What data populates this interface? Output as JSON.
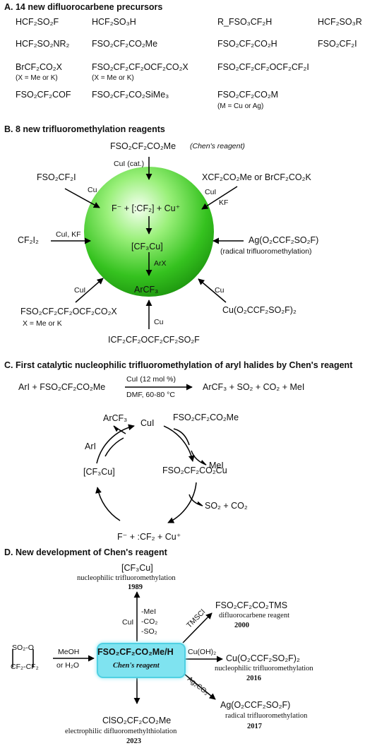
{
  "sectionA": {
    "title": "A. 14 new difluorocarbene precursors",
    "items": [
      "HCF₂SO₂F",
      "HCF₂SO₃H",
      "R_FSO₃CF₂H",
      "HCF₂SO₃R",
      "HCF₂SO₂NR₂",
      "FSO₂CF₂CO₂Me",
      "FSO₂CF₂CO₂H",
      "FSO₂CF₂I",
      "BrCF₂CO₂X",
      "FSO₂CF₂CF₂OCF₂CO₂X",
      "FSO₂CF₂CF₂OCF₂CF₂I",
      "FSO₂CF₂COF",
      "FSO₂CF₂CO₂SiMe₃",
      "FSO₂CF₂CO₂M"
    ],
    "notes": [
      "(X = Me or K)",
      "(X = Me or K)",
      "(M = Cu or Ag)"
    ]
  },
  "sectionB": {
    "title": "B. 8 new trifluoromethylation reagents",
    "reagents": [
      "FSO₂CF₂CO₂Me",
      "XCF₂CO₂Me or BrCF₂CO₂K",
      "Ag(O₂CCF₂SO₂F)",
      "Cu(O₂CCF₂SO₂F)₂",
      "ICF₂CF₂OCF₂CF₂SO₂F",
      "FSO₂CF₂CF₂OCF₂CO₂X",
      "CF₂I₂",
      "FSO₂CF₂I"
    ],
    "chen_label": "(Chen's reagent)",
    "ag_note": "(radical trifluoromethylation)",
    "x_note": "X = Me or K",
    "conditions": [
      "CuI (cat.)",
      "CuI",
      "KF",
      "Cu",
      "Cu",
      "CuI",
      "CuI, KF",
      "Cu"
    ],
    "sphere": {
      "species1": "F⁻ + [:CF₂] + Cu⁺",
      "species2": "[CF₃Cu]",
      "arx": "ArX",
      "product": "ArCF₃"
    }
  },
  "sectionC": {
    "title": "C. First catalytic nucleophilic trifluoromethylation of aryl halides by Chen's reagent",
    "reaction": {
      "left": "ArI + FSO₂CF₂CO₂Me",
      "cond_top": "CuI (12 mol %)",
      "cond_bottom": "DMF, 60-80 °C",
      "right": "ArCF₃ + SO₂ + CO₂ + MeI"
    },
    "cycle": [
      "CuI",
      "FSO₂CF₂CO₂Me",
      "MeI",
      "FSO₂CF₂CO₂Cu",
      "SO₂ + CO₂",
      "F⁻ + :CF₂ + Cu⁺",
      "[CF₃Cu]",
      "ArI",
      "ArCF₃"
    ]
  },
  "sectionD": {
    "title": "D. New development of Chen's reagent",
    "center": {
      "formula": "FSO₂CF₂CO₂Me/H",
      "name": "Chen's reagent"
    },
    "start": {
      "line1": "SO₂-O",
      "line2": "CF₂-CF₂",
      "cond_top": "MeOH",
      "cond_bottom": "or H₂O"
    },
    "top": {
      "product": "[CF₃Cu]",
      "desc": "nucleophilic trifluoromethylation",
      "year": "1989",
      "reagent": "CuI",
      "byproducts": [
        "-MeI",
        "-CO₂",
        "-SO₂"
      ]
    },
    "upper_right": {
      "reagent": "TMSCl",
      "product": "FSO₂CF₂CO₂TMS",
      "desc": "difluorocarbene reagent",
      "year": "2000"
    },
    "right": {
      "reagent": "Cu(OH)₂",
      "product": "Cu(O₂CCF₂SO₂F)₂",
      "desc": "nucleophilic trifluoromethylation",
      "year": "2016"
    },
    "lower_right": {
      "reagent": "Ag₂CO₃",
      "product": "Ag(O₂CCF₂SO₂F)",
      "desc": "radical trifluoromethylation",
      "year": "2017"
    },
    "bottom": {
      "product": "ClSO₂CF₂CO₂Me",
      "desc": "electrophilic difluoromethylthiolation",
      "year": "2023"
    }
  }
}
